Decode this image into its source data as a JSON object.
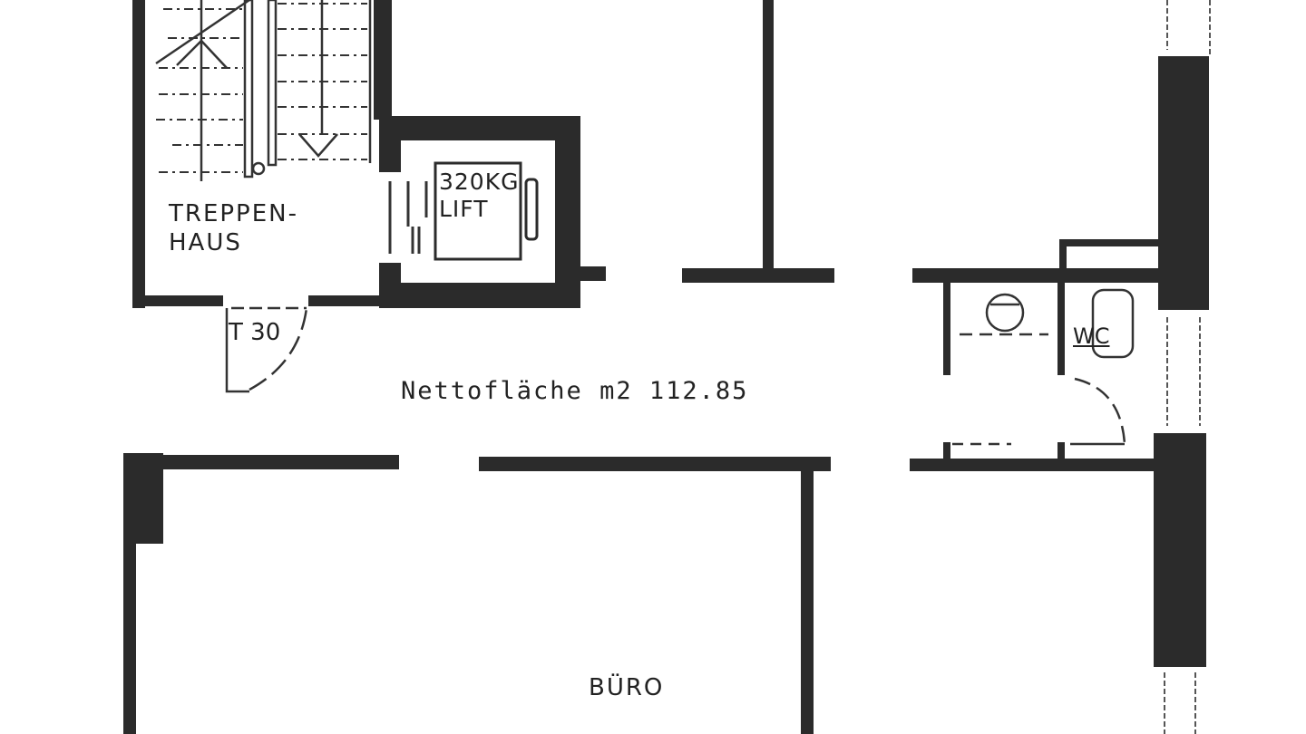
{
  "plan": {
    "type": "floor-plan",
    "colors": {
      "wall": "#2b2b2b",
      "paper": "#ffffff",
      "line": "#333333"
    },
    "rooms": [
      {
        "id": "stairwell",
        "label_line1": "TREPPEN-",
        "label_line2": "HAUS"
      },
      {
        "id": "lift",
        "label_line1": "320KG",
        "label_line2": "LIFT"
      },
      {
        "id": "wc",
        "label": "WC"
      },
      {
        "id": "office",
        "label": "BÜRO"
      }
    ],
    "door_label": "T 30",
    "net_area": {
      "label": "Nettofläche m2 112.85",
      "value": 112.85,
      "unit": "m2"
    },
    "icons": [
      "stair-arrow-icon",
      "toilet-icon",
      "washbasin-icon",
      "door-swing-icon",
      "window-icon"
    ]
  }
}
